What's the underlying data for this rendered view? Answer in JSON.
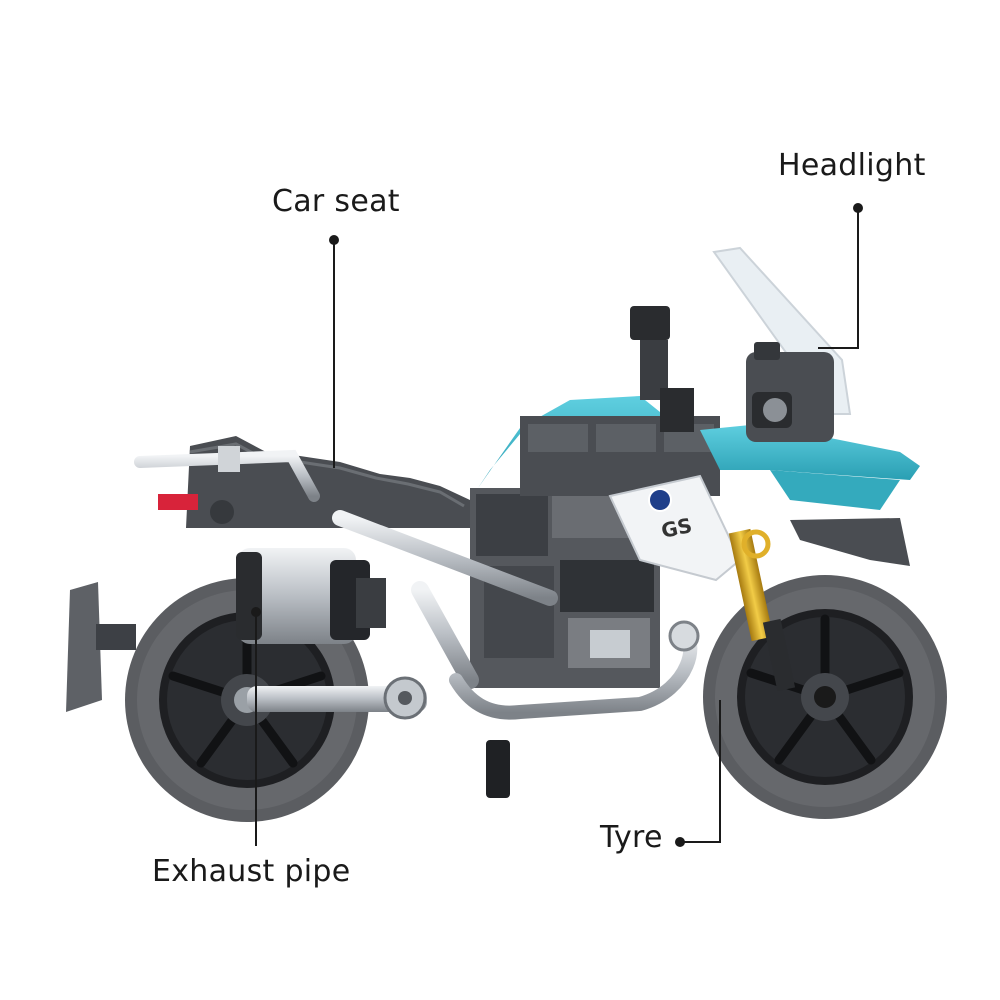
{
  "callouts": {
    "car_seat": "Car seat",
    "headlight": "Headlight",
    "exhaust_pipe": "Exhaust pipe",
    "tyre": "Tyre"
  },
  "logo": {
    "text": "GS"
  },
  "colors": {
    "background": "#ffffff",
    "body_teal": "#38b4c8",
    "body_dark": "#4a4d52",
    "tyre": "#5b5d61",
    "rim": "#1e1f22",
    "chrome": "#c9ced3",
    "fork_gold": "#e0b02a",
    "tail_light": "#d8233a",
    "leader_line": "#1a1a1a"
  }
}
